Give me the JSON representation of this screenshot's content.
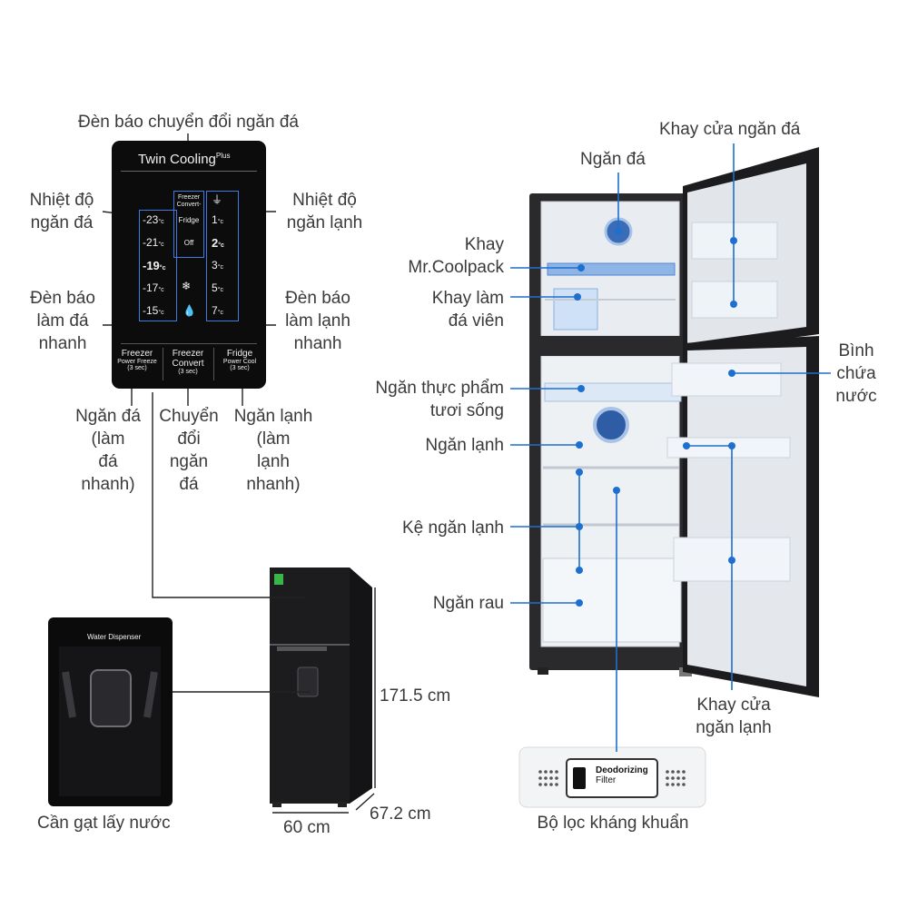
{
  "panel": {
    "brand": "Twin Cooling",
    "brand_sup": "Plus",
    "mode_convert": "Freezer Convert-",
    "mode_fridge": "Fridge",
    "mode_off": "Off",
    "freezer_temps": [
      "-23",
      "-21",
      "-19",
      "-17",
      "-15"
    ],
    "fridge_temps": [
      "1",
      "2",
      "3",
      "5",
      "7"
    ],
    "deg_unit": "°c",
    "buttons": [
      {
        "title": "Freezer",
        "sub": "Power Freeze",
        "hold": "(3 sec)"
      },
      {
        "title": "Freezer",
        "sub": "Convert",
        "hold": "(3 sec)"
      },
      {
        "title": "Fridge",
        "sub": "Power Cool",
        "hold": "(3 sec)"
      }
    ]
  },
  "labels": {
    "ice_convert_indicator": "Đèn báo chuyển đổi ngăn đá",
    "freezer_temp_1": "Nhiệt độ",
    "freezer_temp_2": "ngăn đá",
    "fridge_temp_1": "Nhiệt độ",
    "fridge_temp_2": "ngăn lạnh",
    "fast_ice_1": "Đèn báo",
    "fast_ice_2": "làm đá",
    "fast_ice_3": "nhanh",
    "fast_cool_1": "Đèn báo",
    "fast_cool_2": "làm lạnh",
    "fast_cool_3": "nhanh",
    "btn_freezer_1": "Ngăn đá",
    "btn_freezer_2": "(làm",
    "btn_freezer_3": "đá",
    "btn_freezer_4": "nhanh)",
    "btn_convert_1": "Chuyển",
    "btn_convert_2": "đổi",
    "btn_convert_3": "ngăn",
    "btn_convert_4": "đá",
    "btn_fridge_1": "Ngăn lạnh",
    "btn_fridge_2": "(làm",
    "btn_fridge_3": "lạnh",
    "btn_fridge_4": "nhanh)",
    "water_lever": "Cần gạt lấy nước",
    "height": "171.5 cm",
    "width": "60 cm",
    "depth": "67.2 cm",
    "freezer_door_tray": "Khay cửa ngăn đá",
    "freezer": "Ngăn đá",
    "coolpack_1": "Khay",
    "coolpack_2": "Mr.Coolpack",
    "ice_tray_1": "Khay làm",
    "ice_tray_2": "đá viên",
    "fresh_food_1": "Ngăn thực phẩm",
    "fresh_food_2": "tươi sống",
    "fridge": "Ngăn lạnh",
    "fridge_shelf": "Kệ ngăn lạnh",
    "vegetable": "Ngăn rau",
    "water_tank_1": "Bình",
    "water_tank_2": "chứa",
    "water_tank_3": "nước",
    "fridge_door_tray_1": "Khay cửa",
    "fridge_door_tray_2": "ngăn lạnh",
    "filter": "Bộ lọc kháng khuẩn"
  },
  "dispenser": {
    "title": "Water Dispenser"
  },
  "filter_card": {
    "line1": "Deodorizing",
    "line2": "Filter"
  },
  "colors": {
    "accent": "#1e6fcf",
    "panel": "#0c0c0c",
    "fridge_body": "#1c1c1f",
    "interior": "#eef1f4"
  }
}
